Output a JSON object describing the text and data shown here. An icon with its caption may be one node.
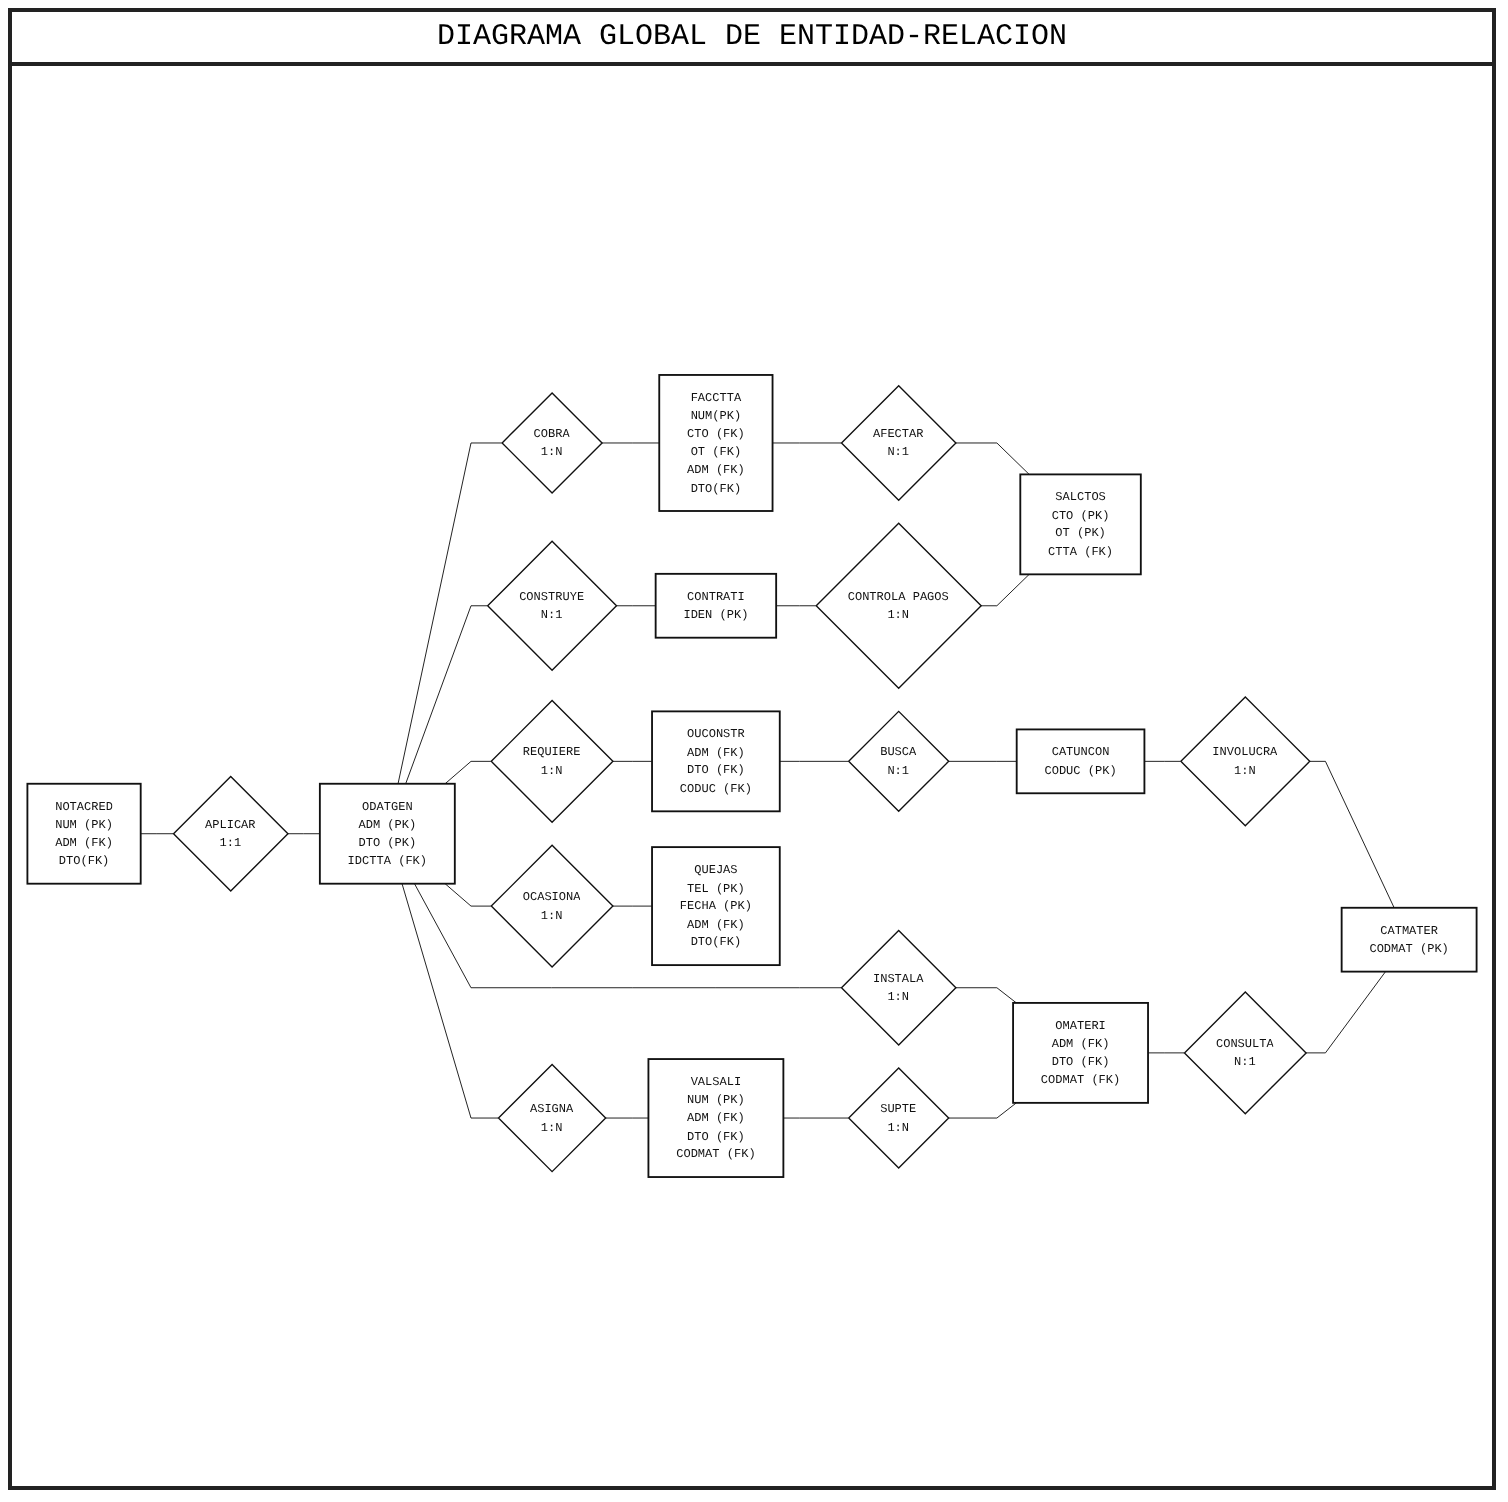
{
  "diagram": {
    "title": "DIAGRAMA GLOBAL DE ENTIDAD-RELACION",
    "nodes": [
      {
        "text": [
          "NOTACRED",
          "NUM (PK)",
          "ADM (FK)",
          "DTO(FK)"
        ]
      },
      {
        "text": [
          "COBRA",
          "1:N"
        ]
      },
      {
        "text": [
          "FACCTTA",
          "NUM(PK)",
          "CTO (FK)",
          "OT (FK)",
          "ADM (FK)",
          "DTO(FK)"
        ]
      },
      {
        "text": [
          "AFECTAR",
          "N:1"
        ]
      },
      {
        "text": [
          "SALCTOS",
          "CTO (PK)",
          "OT (PK)",
          "CTTA (FK)"
        ]
      },
      {
        "text": [
          "APLICAR",
          "1:1"
        ]
      },
      {
        "text": [
          "CONSTRUYE",
          "N:1"
        ]
      },
      {
        "text": [
          "CONTRATI",
          "IDEN (PK)"
        ]
      },
      {
        "text": [
          "CONTROLA PAGOS",
          "1:N"
        ]
      },
      {
        "text": [
          "ODATGEN",
          "ADM (PK)",
          "DTO (PK)",
          "IDCTTA (FK)"
        ]
      },
      {
        "text": [
          "OCASIONA",
          "1:N"
        ]
      },
      {
        "text": [
          "REQUIERE",
          "1:N"
        ]
      },
      {
        "text": [
          "OUCONSTR",
          "ADM (FK)",
          "DTO (FK)",
          "CODUC (FK)"
        ]
      },
      {
        "text": [
          "BUSCA",
          "N:1"
        ]
      },
      {
        "text": [
          "CATUNCON",
          "CODUC (PK)"
        ]
      },
      {
        "text": [
          "QUEJAS",
          "TEL (PK)",
          "FECHA (PK)",
          "ADM (FK)",
          "DTO(FK)"
        ]
      },
      {
        "text": [
          "INSTALA",
          "1:N"
        ]
      },
      {
        "text": [
          "OMATERI",
          "ADM (FK)",
          "DTO (FK)",
          "CODMAT (FK)"
        ]
      },
      {
        "text": [
          "INVOLUCRA",
          "1:N"
        ]
      },
      {
        "text": [
          "CONSULTA",
          "N:1"
        ]
      },
      {
        "text": [
          "VALSALI",
          "NUM (PK)",
          "ADM (FK)",
          "DTO (FK)",
          "CODMAT (FK)"
        ]
      },
      {
        "text": [
          "SUPTE",
          "1:N"
        ]
      },
      {
        "text": [
          "ASIGNA",
          "1:N"
        ]
      },
      {
        "text": [
          "CATMATER",
          "CODMAT (PK)"
        ]
      }
    ],
    "edges": [
      {
        "from": 0,
        "to": 5,
        "arrow": "none"
      },
      {
        "from": 5,
        "to": 9,
        "arrow": "none"
      },
      {
        "from": 9,
        "to": 1,
        "arrow": "none"
      },
      {
        "from": 1,
        "to": 2,
        "arrow": "none"
      },
      {
        "from": 2,
        "to": 3,
        "arrow": "none"
      },
      {
        "from": 3,
        "to": 4,
        "arrow": "none"
      },
      {
        "from": 9,
        "to": 6,
        "arrow": "none"
      },
      {
        "from": 6,
        "to": 7,
        "arrow": "none"
      },
      {
        "from": 7,
        "to": 8,
        "arrow": "none"
      },
      {
        "from": 8,
        "to": 4,
        "arrow": "none"
      },
      {
        "from": 9,
        "to": 10,
        "arrow": "none"
      },
      {
        "from": 10,
        "to": 15,
        "arrow": "none"
      },
      {
        "from": 9,
        "to": 11,
        "arrow": "none"
      },
      {
        "from": 11,
        "to": 12,
        "arrow": "none"
      },
      {
        "from": 12,
        "to": 13,
        "arrow": "none"
      },
      {
        "from": 13,
        "to": 14,
        "arrow": "none"
      },
      {
        "from": 9,
        "to": 16,
        "arrow": "none"
      },
      {
        "from": 16,
        "to": 17,
        "arrow": "none"
      },
      {
        "from": 14,
        "to": 18,
        "arrow": "none"
      },
      {
        "from": 18,
        "to": 23,
        "arrow": "none"
      },
      {
        "from": 17,
        "to": 19,
        "arrow": "none"
      },
      {
        "from": 19,
        "to": 23,
        "arrow": "none"
      },
      {
        "from": 9,
        "to": 22,
        "arrow": "none"
      },
      {
        "from": 22,
        "to": 20,
        "arrow": "none"
      },
      {
        "from": 20,
        "to": 21,
        "arrow": "none"
      },
      {
        "from": 21,
        "to": 17,
        "arrow": "none"
      }
    ]
  }
}
